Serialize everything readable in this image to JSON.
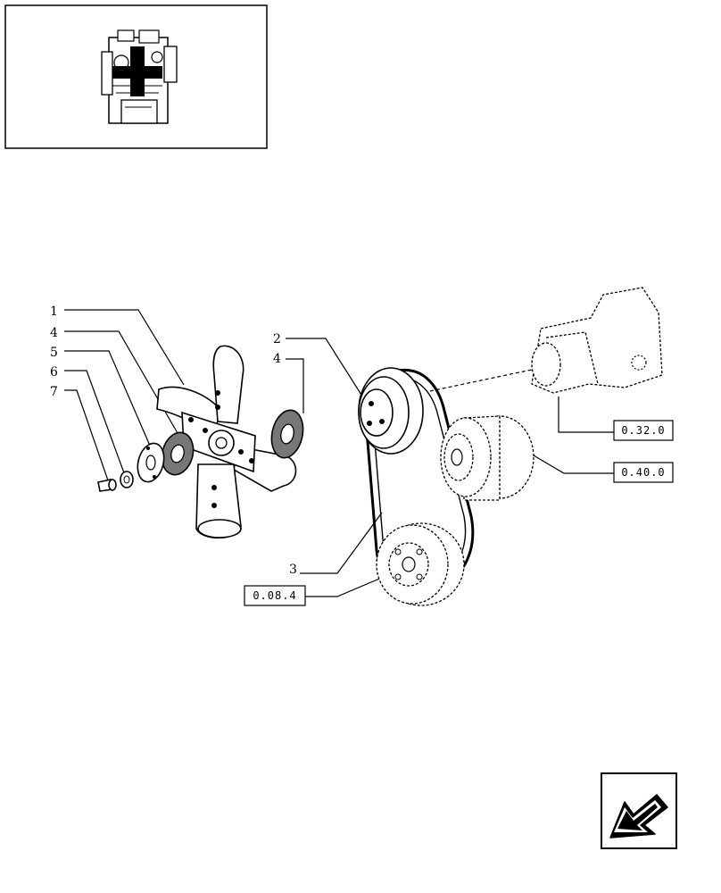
{
  "callouts": {
    "c1": "1",
    "c4a": "4",
    "c5": "5",
    "c6": "6",
    "c7": "7",
    "c2": "2",
    "c4b": "4",
    "c3": "3"
  },
  "references": {
    "r1": "0.32.0",
    "r2": "0.40.0",
    "r3": "0.08.4"
  },
  "icons": {
    "engine_thumbnail": "engine-thumbnail-icon",
    "navigation_arrow": "back-arrow-icon"
  }
}
